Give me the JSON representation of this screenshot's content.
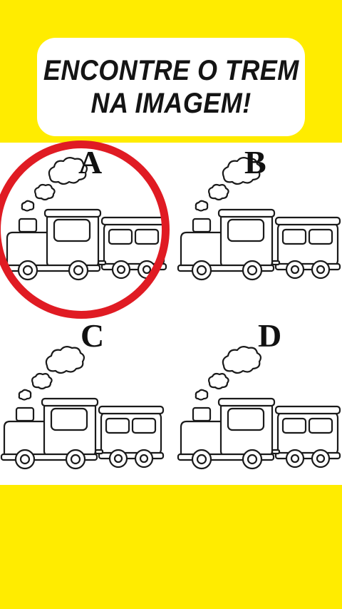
{
  "title": {
    "line1": "ENCONTRE O TREM",
    "line2": "NA IMAGEM!"
  },
  "options": [
    {
      "letter": "A",
      "selected": true
    },
    {
      "letter": "B",
      "selected": false
    },
    {
      "letter": "C",
      "selected": false
    },
    {
      "letter": "D",
      "selected": false
    }
  ],
  "colors": {
    "background_band": "#ffec00",
    "highlight_ring": "#e01b23",
    "ink": "#141414"
  }
}
